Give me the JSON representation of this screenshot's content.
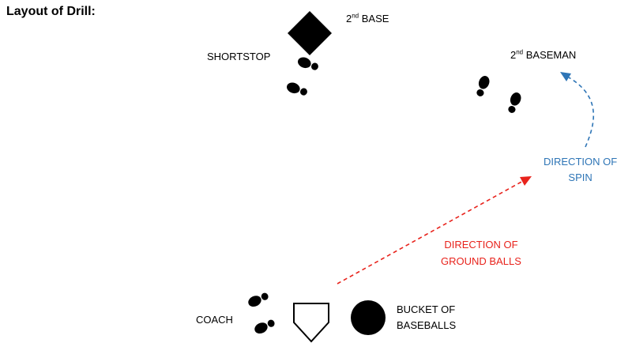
{
  "title": "Layout of Drill:",
  "labels": {
    "second_base": {
      "sup": "nd",
      "pre": "2",
      "post": " BASE"
    },
    "shortstop": "SHORTSTOP",
    "second_baseman": {
      "sup": "nd",
      "pre": "2",
      "post": " BASEMAN"
    },
    "coach": "COACH",
    "bucket_line1": "BUCKET OF",
    "bucket_line2": "BASEBALLS",
    "spin_line1": "DIRECTION OF",
    "spin_line2": "SPIN",
    "ground_line1": "DIRECTION OF",
    "ground_line2": "GROUND BALLS"
  },
  "colors": {
    "spin_arrow": "#2e75b6",
    "ground_arrow": "#e8231c",
    "shapes": "#000000"
  },
  "icons": [
    "diamond-base-icon",
    "footprint-icon",
    "home-plate-icon",
    "bucket-circle-icon"
  ]
}
